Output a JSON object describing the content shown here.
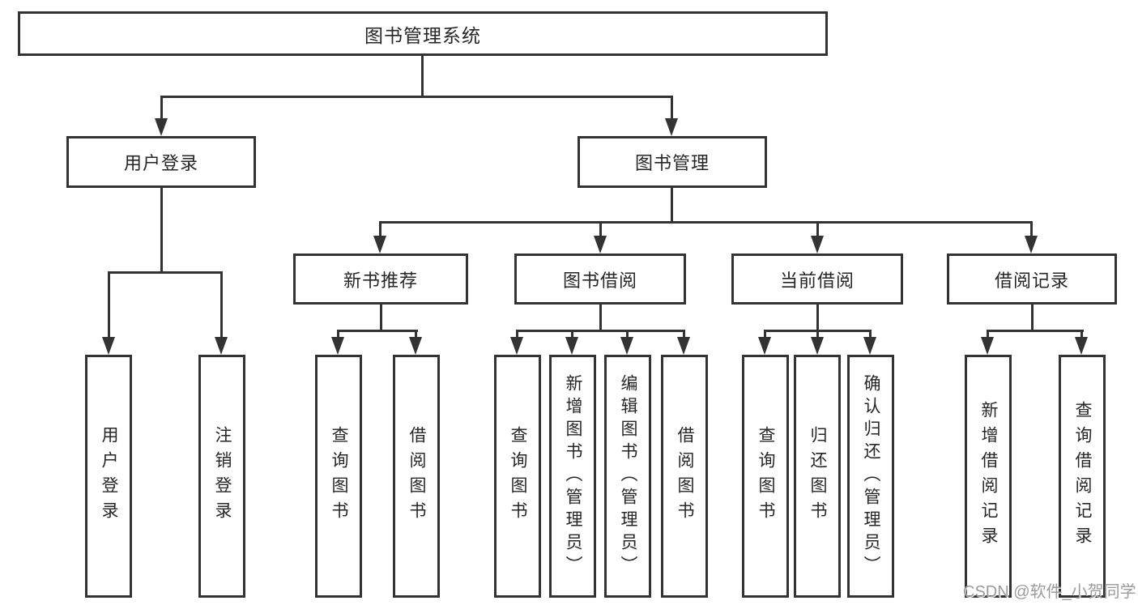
{
  "diagram": {
    "root": {
      "label": "图书管理系统"
    },
    "level2": [
      {
        "label": "用户登录"
      },
      {
        "label": "图书管理"
      }
    ],
    "level3": [
      {
        "label": "新书推荐"
      },
      {
        "label": "图书借阅"
      },
      {
        "label": "当前借阅"
      },
      {
        "label": "借阅记录"
      }
    ],
    "leaves": {
      "login": [
        "用户登录",
        "注销登录"
      ],
      "recommend": [
        "查询图书",
        "借阅图书"
      ],
      "borrow": [
        "查询图书",
        "新增图书（管理员）",
        "编辑图书（管理员）",
        "借阅图书"
      ],
      "current": [
        "查询图书",
        "归还图书",
        "确认归还（管理员）"
      ],
      "records": [
        "新增借阅记录",
        "查询借阅记录"
      ]
    }
  },
  "watermark": {
    "text": "CSDN @软件_小贺同学"
  },
  "colors": {
    "line": "#333333",
    "text": "#262626",
    "background": "#ffffff",
    "watermark": "#9b9b9b"
  }
}
